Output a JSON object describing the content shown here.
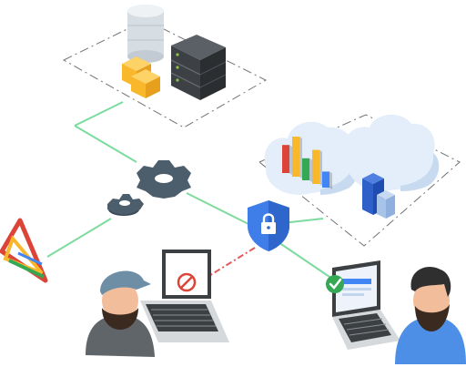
{
  "diagram": {
    "colors": {
      "link_green": "#7ddba0",
      "link_blocked_red": "#e25b5b",
      "dash_border": "#6f7275",
      "shield_blue": "#3f7de8",
      "check_green": "#34a853",
      "block_red": "#db4437",
      "cloud_light": "#e3eefa",
      "cloud_shade": "#c8daf0",
      "gear_dark": "#4c5d6b",
      "server_dark": "#3d4145",
      "cube_yellow": "#f9b82b",
      "db_silver": "#d6dde3"
    },
    "icons": {
      "storage": [
        "database-icon",
        "cube-stack-icon",
        "server-rack-icon"
      ],
      "processing": [
        "large-gear-icon",
        "small-gear-icon"
      ],
      "analytics": [
        "bar-chart-cloud-icon",
        "cloud-blocks-icon"
      ],
      "security": [
        "shield-lock-icon"
      ],
      "logo": "tri-color-logo-icon",
      "users": [
        {
          "person": "person-cap-icon",
          "laptop": "laptop-icon",
          "status": "blocked-icon"
        },
        {
          "person": "person-beard-icon",
          "laptop": "laptop-icon",
          "status": "check-icon"
        }
      ]
    },
    "chart_bars": [
      {
        "value": 0.7,
        "color": "#db4437"
      },
      {
        "value": 1.0,
        "color": "#f9b82b"
      },
      {
        "value": 0.55,
        "color": "#34a853"
      },
      {
        "value": 0.85,
        "color": "#f9b82b"
      },
      {
        "value": 0.4,
        "color": "#4285f4"
      }
    ]
  }
}
